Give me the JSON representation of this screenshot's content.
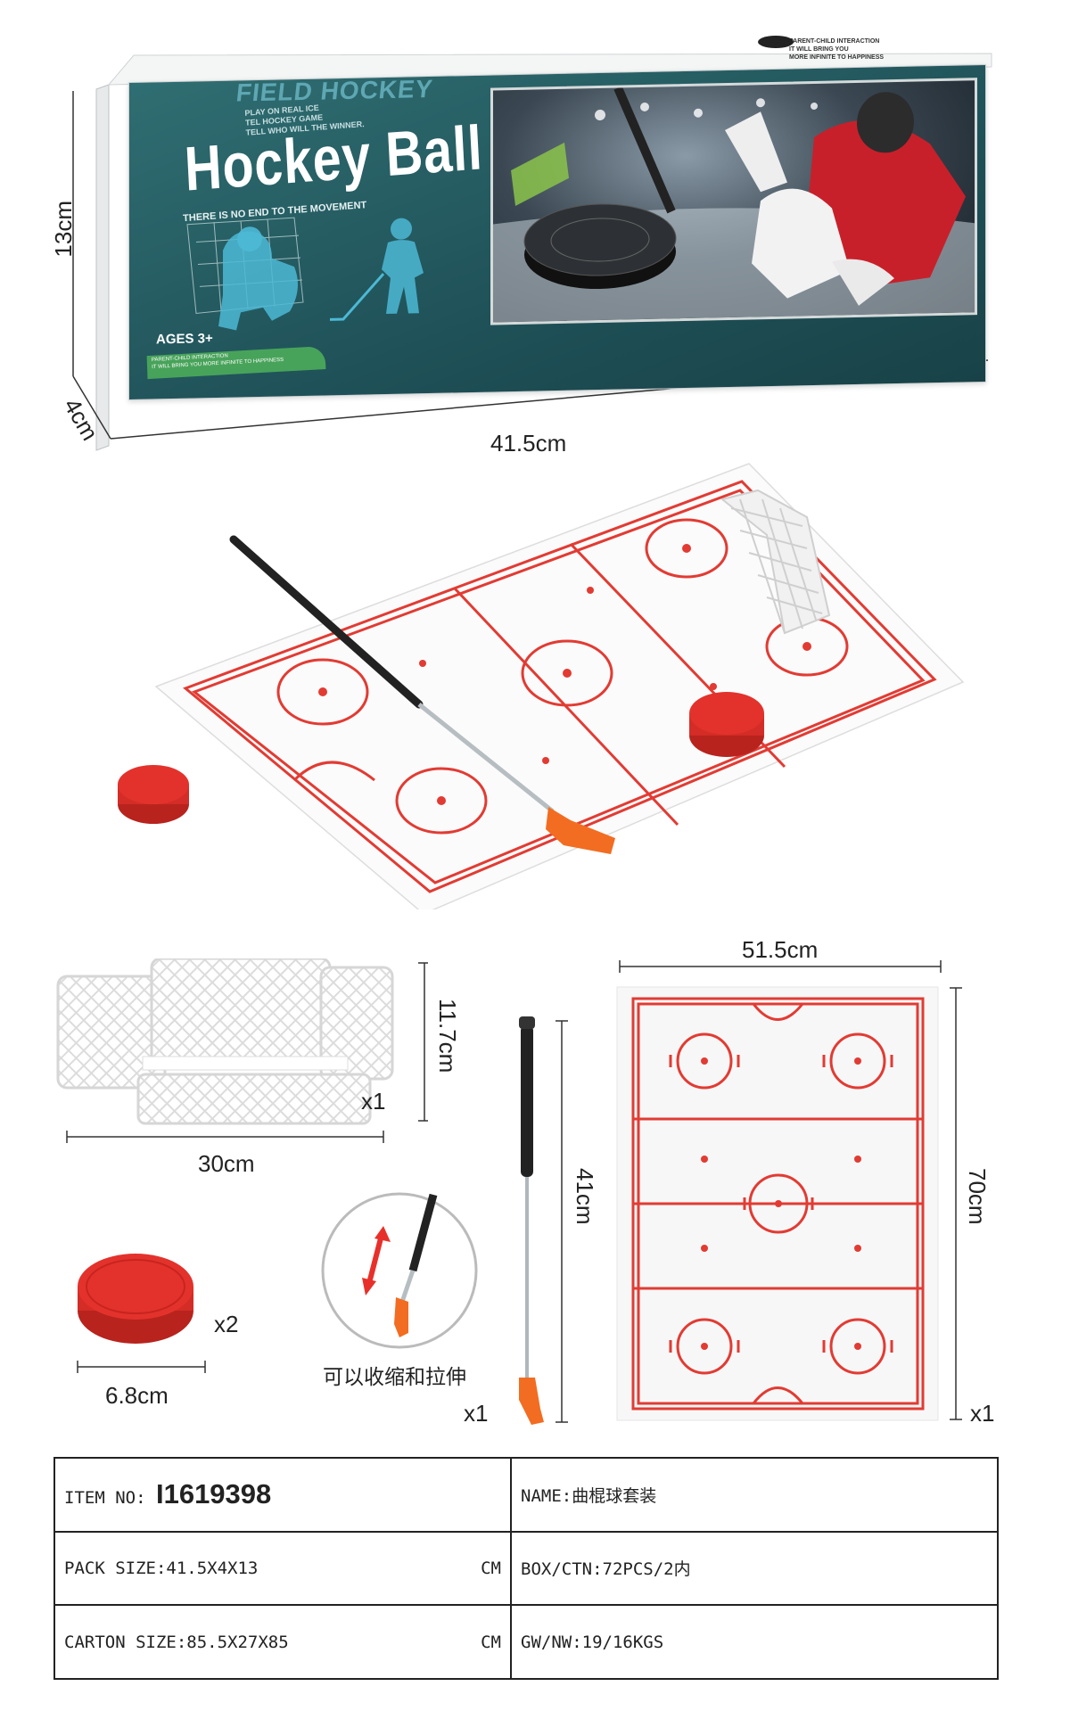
{
  "box": {
    "header": "FIELD HOCKEY",
    "sub_header_lines": [
      "PLAY ON REAL ICE",
      "TEL HOCKEY GAME",
      "TELL WHO WILL THE WINNER."
    ],
    "title": "Hockey Ball",
    "motto": "THERE IS NO END TO THE MOVEMENT",
    "ages": "AGES 3+",
    "bottom_lines": [
      "PARENT-CHILD INTERACTION",
      "IT WILL BRING YOU MORE INFINITE TO HAPPINESS"
    ],
    "corner_lines": [
      "PARENT-CHILD INTERACTION",
      "IT WILL BRING YOU",
      "MORE INFINITE TO HAPPINESS"
    ]
  },
  "dimensions": {
    "box_height": "13cm",
    "box_depth": "4cm",
    "box_length": "41.5cm",
    "goal_height": "11.7cm",
    "goal_width": "30cm",
    "puck_diameter": "6.8cm",
    "stick_length": "41cm",
    "mat_width": "51.5cm",
    "mat_length": "70cm"
  },
  "quantities": {
    "goal": "x1",
    "puck": "x2",
    "stick": "x1",
    "mat": "x1"
  },
  "notes": {
    "retractable": "可以收缩和拉伸"
  },
  "spec": {
    "item_no_label": "ITEM NO:",
    "item_no_value": "I1619398",
    "name_label": "NAME:",
    "name_value": "曲棍球套装",
    "pack_size_label": "PACK SIZE:",
    "pack_size_value": "41.5X4X13",
    "pack_size_unit": "CM",
    "box_ctn_label": "BOX/CTN:",
    "box_ctn_value": "72PCS/2内",
    "carton_size_label": "CARTON SIZE:",
    "carton_size_value": "85.5X27X85",
    "carton_size_unit": "CM",
    "gw_nw_label": "GW/NW:",
    "gw_nw_value": "19/16KGS"
  },
  "colors": {
    "rink_red": "#e23b33",
    "box_teal": "#1f5158",
    "puck_red": "#e3322c",
    "stick_blade": "#f26d21"
  }
}
